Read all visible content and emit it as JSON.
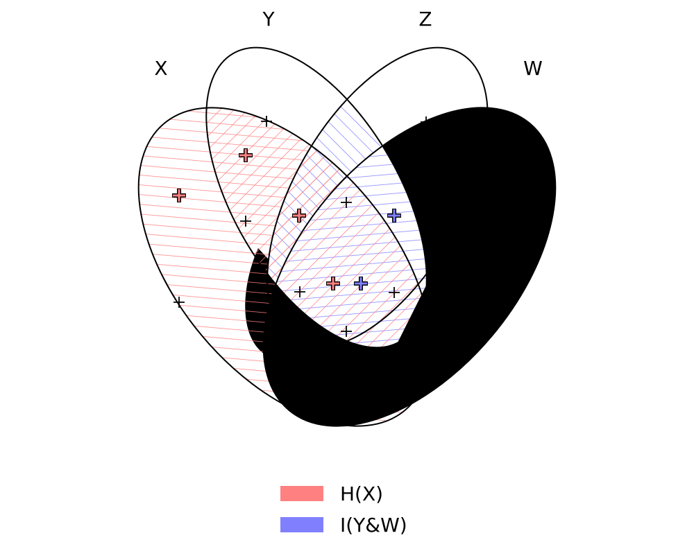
{
  "diagram": {
    "type": "venn-4-ellipse",
    "sets": [
      {
        "id": "X",
        "label": "X"
      },
      {
        "id": "Y",
        "label": "Y"
      },
      {
        "id": "Z",
        "label": "Z"
      },
      {
        "id": "W",
        "label": "W"
      }
    ],
    "legend": [
      {
        "label": "H(X)",
        "color": "#ff8080"
      },
      {
        "label": "I(Y&W)",
        "color": "#8080ff"
      }
    ],
    "colors": {
      "h_x": "#ff8080",
      "i_yw": "#8080ff",
      "shaded": "#000000",
      "outline": "#000000"
    }
  }
}
